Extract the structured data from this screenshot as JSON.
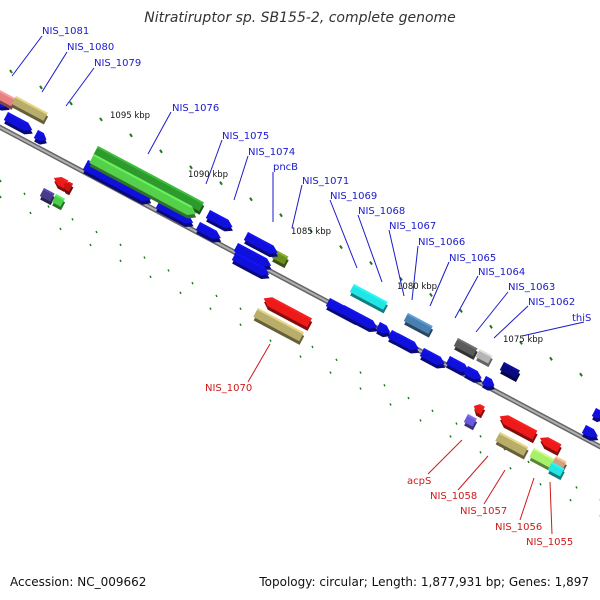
{
  "title": "Nitratiruptor sp. SB155-2, complete genome",
  "footer": {
    "accession": "Accession: NC_009662",
    "topology": "Topology: circular; Length: 1,877,931 bp; Genes: 1,897"
  },
  "kbp_marks": [
    "1095 kbp",
    "1090 kbp",
    "1085 kbp",
    "1080 kbp",
    "1075 kbp"
  ],
  "genes_top": [
    "NIS_1081",
    "NIS_1080",
    "NIS_1079",
    "NIS_1076",
    "NIS_1075",
    "NIS_1074",
    "pncB",
    "NIS_1071",
    "NIS_1069",
    "NIS_1068",
    "NIS_1067",
    "NIS_1066",
    "NIS_1065",
    "NIS_1064",
    "NIS_1063",
    "NIS_1062",
    "thiS"
  ],
  "genes_bottom": [
    "NIS_1070",
    "acpS",
    "NIS_1058",
    "NIS_1057",
    "NIS_1056",
    "NIS_1055"
  ],
  "colors": {
    "forward_gene": "#1010dd",
    "label_forward": "#1a1acc",
    "label_reverse": "#cc1a1a",
    "backbone": "#888888",
    "tick": "#1a7a1a"
  }
}
